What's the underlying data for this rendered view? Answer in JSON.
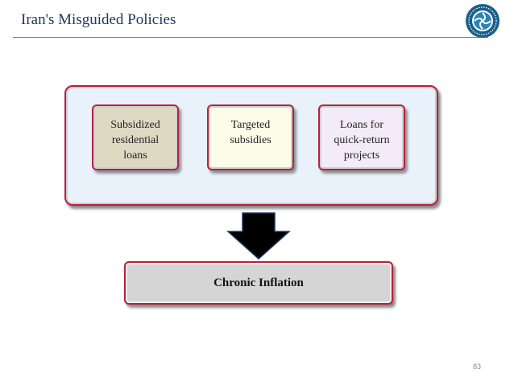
{
  "slide": {
    "title": "Iran's Misguided Policies",
    "page_number": "83"
  },
  "diagram": {
    "policies": [
      {
        "label": "Subsidized\nresidential\nloans"
      },
      {
        "label": "Targeted\nsubsidies"
      },
      {
        "label": "Loans for\nquick-return\nprojects"
      }
    ],
    "result": {
      "label": "Chronic Inflation"
    }
  },
  "colors": {
    "title": "#1f3864",
    "border": "#b5233a",
    "panel_fill": "#e9f2fb",
    "arrow_fill": "#000000",
    "arrow_outline": "#1f3864"
  },
  "icons": {
    "logo": "central-bank-emblem-icon"
  }
}
